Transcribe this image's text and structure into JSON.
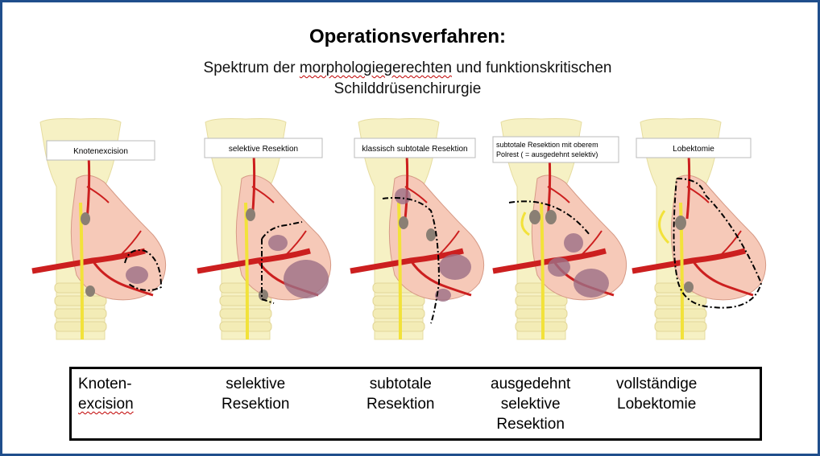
{
  "title": "Operationsverfahren:",
  "subtitle": {
    "line1_before": "Spektrum der ",
    "line1_underlined": "morphologiegerechten",
    "line1_after": " und funktionskritischen",
    "line2": "Schilddrüsenchirurgie"
  },
  "panels": [
    {
      "label": "Knotenexcision"
    },
    {
      "label": "selektive Resektion"
    },
    {
      "label": "klassisch subtotale Resektion"
    },
    {
      "label_line1": "subtotale Resektion mit oberem",
      "label_line2": "Polrest ( = ausgedehnt selektiv)"
    },
    {
      "label": "Lobektomie"
    }
  ],
  "bottom": [
    {
      "line1": "Knoten-",
      "line2": "excision"
    },
    {
      "line1": "selektive",
      "line2": "Resektion"
    },
    {
      "line1": "subtotale",
      "line2": "Resektion"
    },
    {
      "line1": "ausgedehnt",
      "line2": "selektive",
      "line3": "Resektion"
    },
    {
      "line1": "vollständige",
      "line2": "Lobektomie"
    }
  ],
  "colors": {
    "border": "#1f4e8c",
    "trachea": "#f6f1c4",
    "lobe": "#f6c9b8",
    "artery": "#cc1f1f",
    "nerve": "#f2e23a",
    "nodule": "#9c6f86"
  }
}
